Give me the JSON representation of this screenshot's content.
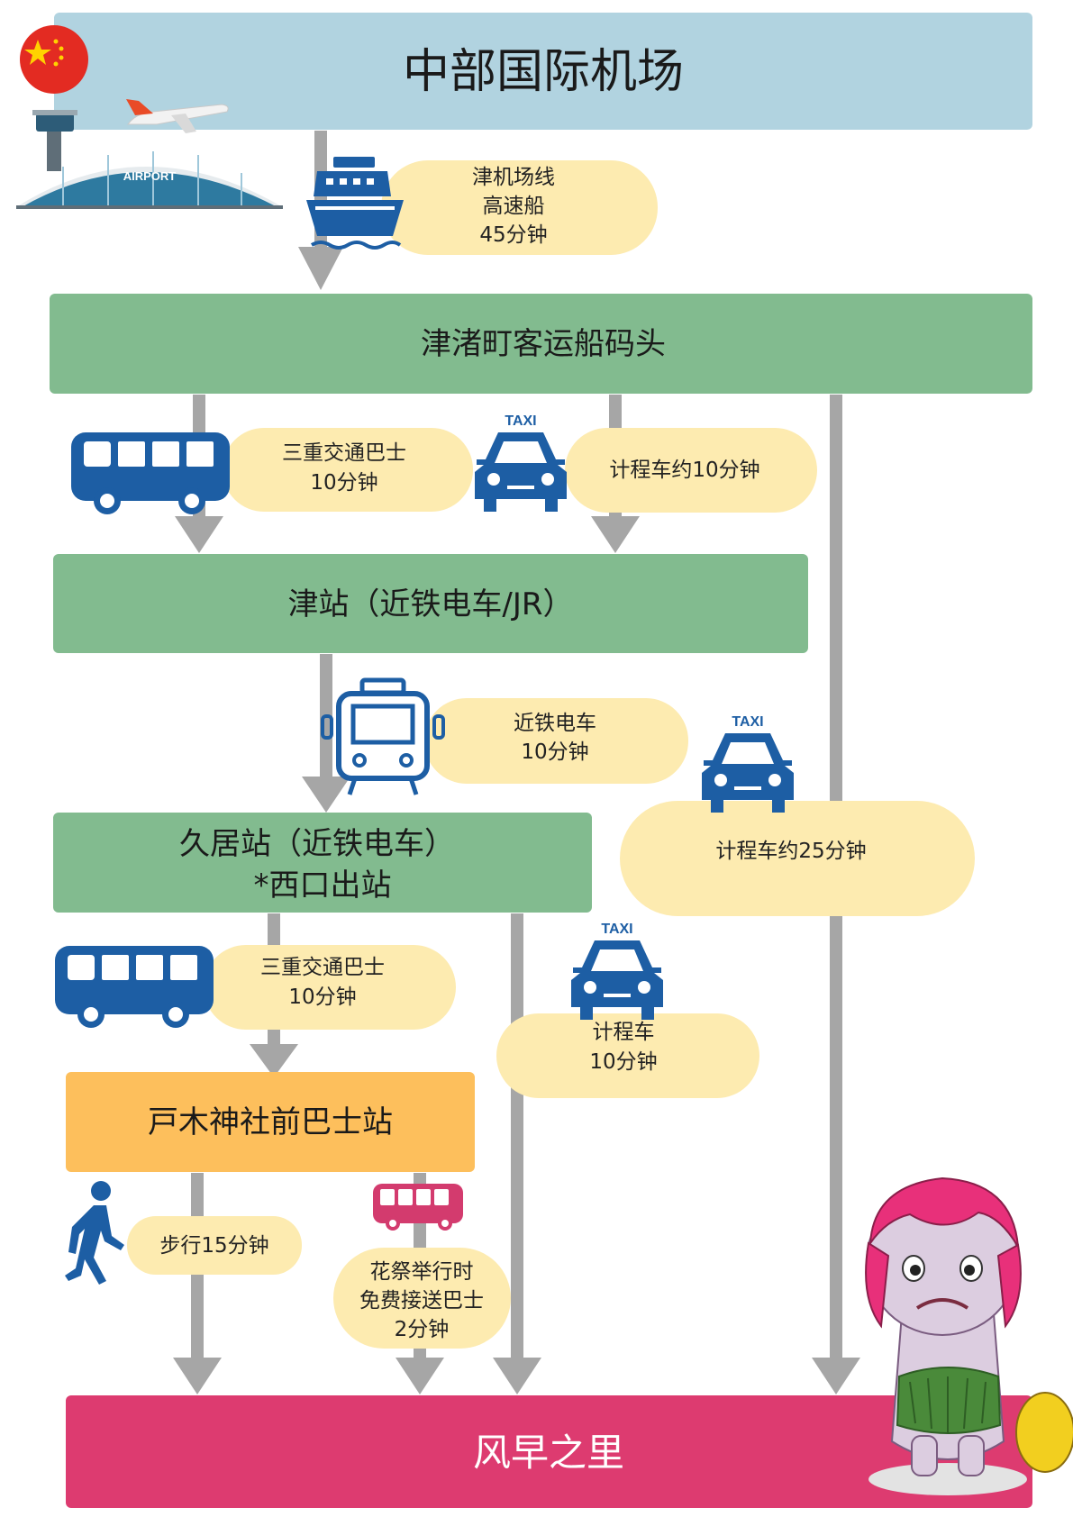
{
  "nodes": {
    "airport": "中部国际机场",
    "pier": "津渚町客运船码头",
    "tsu_station": "津站（近铁电车/JR）",
    "hisai_line1": "久居站（近铁电车）",
    "hisai_line2": "*西口出站",
    "tokisha_bus_stop": "戸木神社前巴士站",
    "destination": "风早之里"
  },
  "routes": {
    "ferry": [
      "津机场线",
      "高速船",
      "45分钟"
    ],
    "bus1": [
      "三重交通巴士",
      "10分钟"
    ],
    "taxi1": [
      "计程车约10分钟"
    ],
    "train": [
      "近铁电车",
      "10分钟"
    ],
    "taxi2": [
      "计程车约25分钟"
    ],
    "bus2": [
      "三重交通巴士",
      "10分钟"
    ],
    "taxi3": [
      "计程车",
      "10分钟"
    ],
    "walk": [
      "步行15分钟"
    ],
    "shuttle": [
      "花祭举行时",
      "免费接送巴士",
      "2分钟"
    ]
  },
  "icon_labels": {
    "taxi": "TAXI",
    "airport": "AIRPORT"
  },
  "icons": [
    "china-flag-icon",
    "airport-icon",
    "airplane-icon",
    "ship-icon",
    "bus-icon",
    "taxi-icon",
    "train-icon",
    "walker-icon",
    "shuttle-bus-icon",
    "mascot"
  ],
  "colors": {
    "airport_box": "#b1d3e0",
    "station_box": "#82bb8f",
    "bus_stop_box": "#fdbf5c",
    "destination_box": "#dd3b70",
    "pill": "#fdebb0",
    "arrow": "#a6a6a6",
    "vehicle_blue": "#1d5ea4",
    "shuttle_pink": "#d33b6e"
  }
}
